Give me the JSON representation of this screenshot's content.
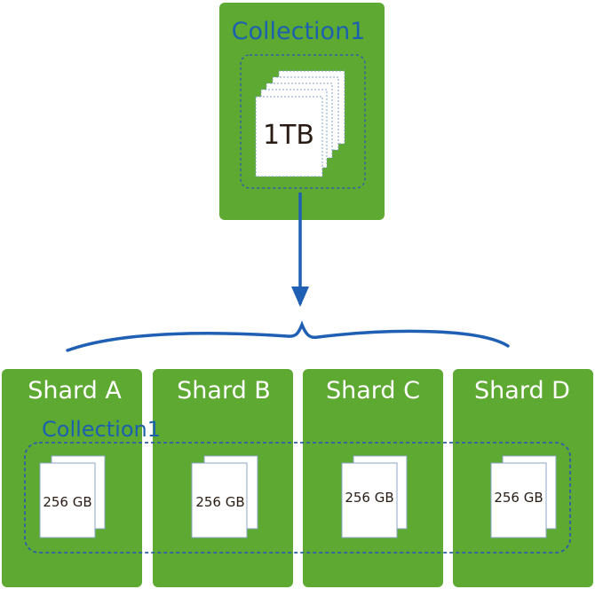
{
  "colors": {
    "green": "#5ea932",
    "blue": "#1f5fb4",
    "collection_text": "#1c61ad",
    "dark_text": "#2a1c14",
    "white": "#ffffff"
  },
  "top": {
    "collection_label": "Collection1",
    "size_label": "1TB"
  },
  "bottom": {
    "collection_label": "Collection1"
  },
  "shards": [
    {
      "name": "Shard A",
      "size": "256 GB"
    },
    {
      "name": "Shard B",
      "size": "256 GB"
    },
    {
      "name": "Shard C",
      "size": "256 GB"
    },
    {
      "name": "Shard D",
      "size": "256 GB"
    }
  ]
}
